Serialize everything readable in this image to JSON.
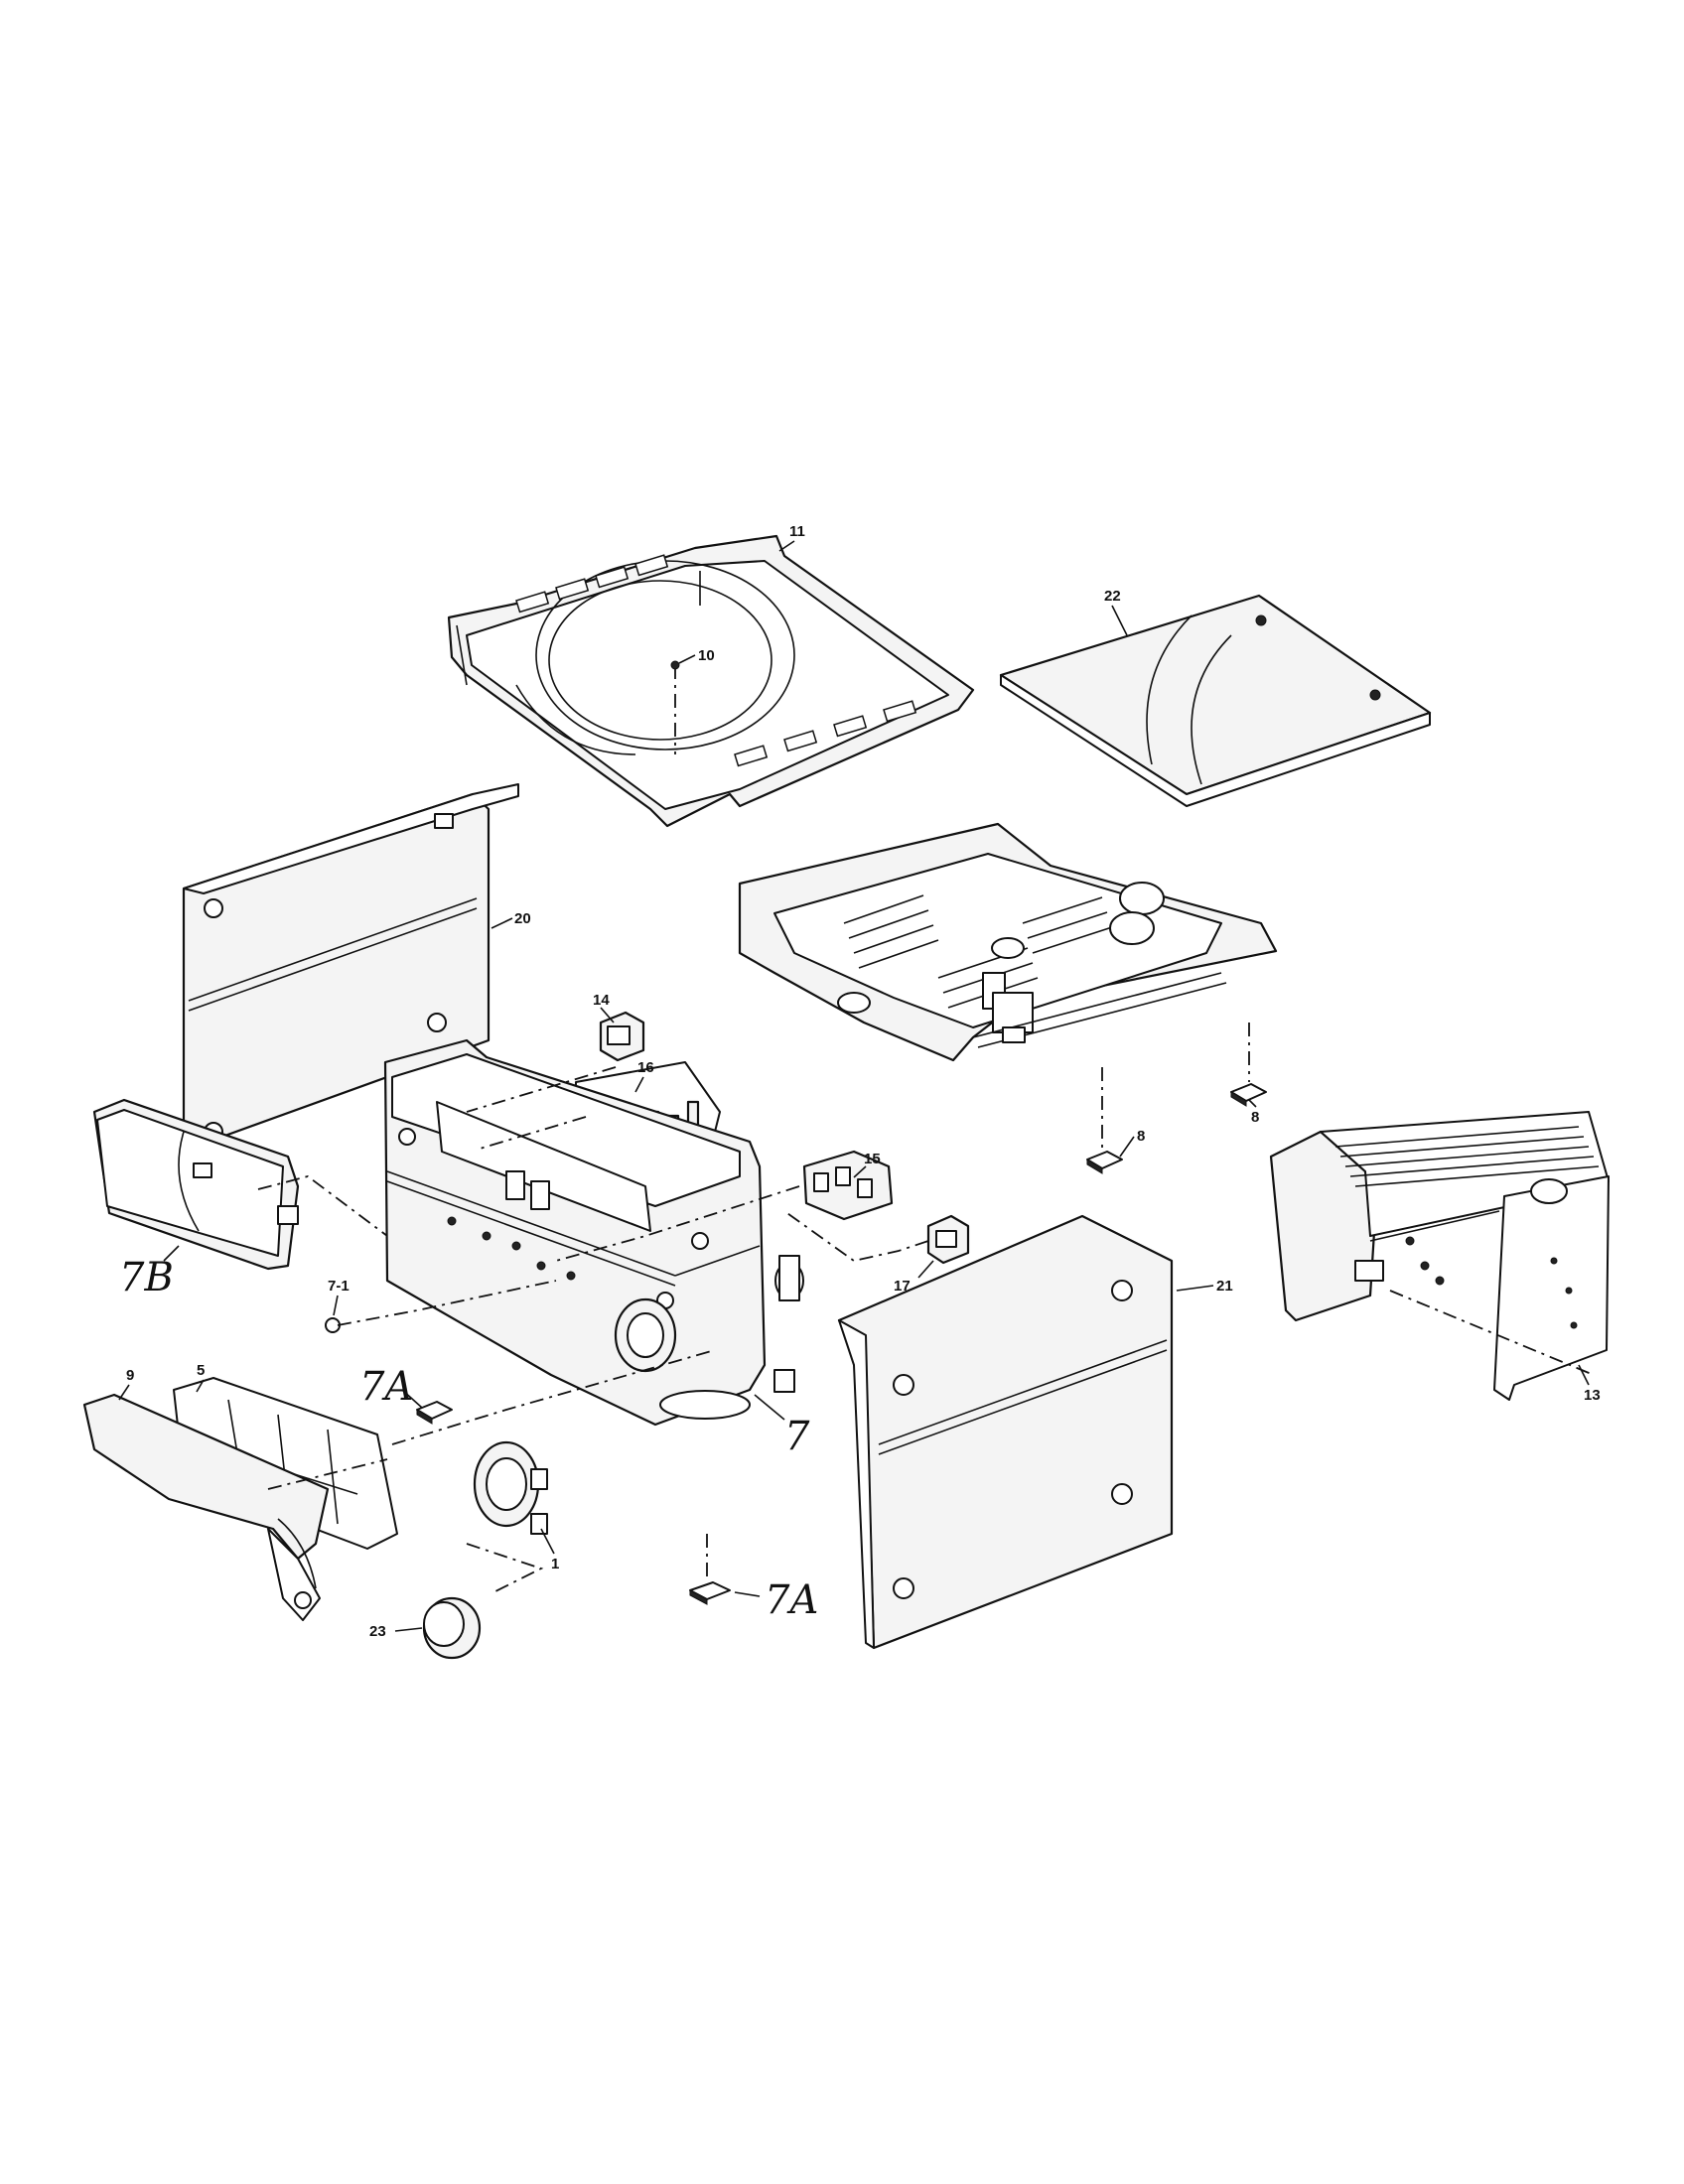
{
  "diagram": {
    "labels": {
      "p11": "11",
      "p10": "10",
      "p22": "22",
      "p20": "20",
      "p14": "14",
      "p16": "16",
      "p8a": "8",
      "p8b": "8",
      "p15": "15",
      "p17": "17",
      "p21": "21",
      "p13": "13",
      "p7B": "7B",
      "p7_1": "7-1",
      "p5": "5",
      "p7A_left": "7A",
      "p9": "9",
      "p1": "1",
      "p7": "7",
      "p23": "23",
      "p7A_bottom": "7A"
    }
  }
}
